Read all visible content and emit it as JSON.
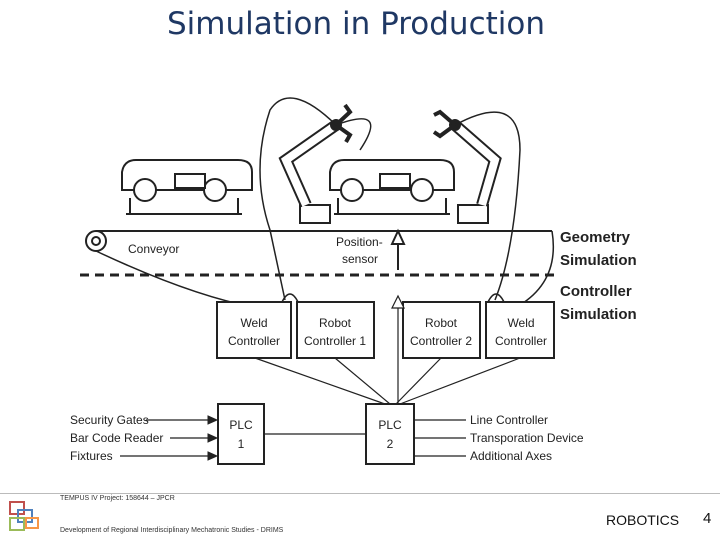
{
  "slide": {
    "title": "Simulation in Production",
    "page_number": "4"
  },
  "footer": {
    "project_line": "TEMPUS IV Project: 158644 – JPCR",
    "program_line": "Development of Regional Interdisciplinary Mechatronic Studies - DRIMS",
    "topic": "ROBOTICS"
  },
  "diagram": {
    "conveyor": "Conveyor",
    "position_sensor": [
      "Position-",
      "sensor"
    ],
    "levels": {
      "geometry": [
        "Geometry",
        "Simulation"
      ],
      "controller": [
        "Controller",
        "Simulation"
      ]
    },
    "controllers": {
      "weld_1": [
        "Weld",
        "Controller"
      ],
      "robot_1": [
        "Robot",
        "Controller 1"
      ],
      "robot_2": [
        "Robot",
        "Controller 2"
      ],
      "weld_2": [
        "Weld",
        "Controller"
      ]
    },
    "plc1": [
      "PLC",
      "1"
    ],
    "plc2": [
      "PLC",
      "2"
    ],
    "left_inputs": [
      "Security Gates",
      "Bar Code Reader",
      "Fixtures"
    ],
    "right_outputs": [
      "Line Controller",
      "Transporation Device",
      "Additional Axes"
    ]
  },
  "colors": {
    "title": "#1f3864",
    "lines": "#222222"
  }
}
